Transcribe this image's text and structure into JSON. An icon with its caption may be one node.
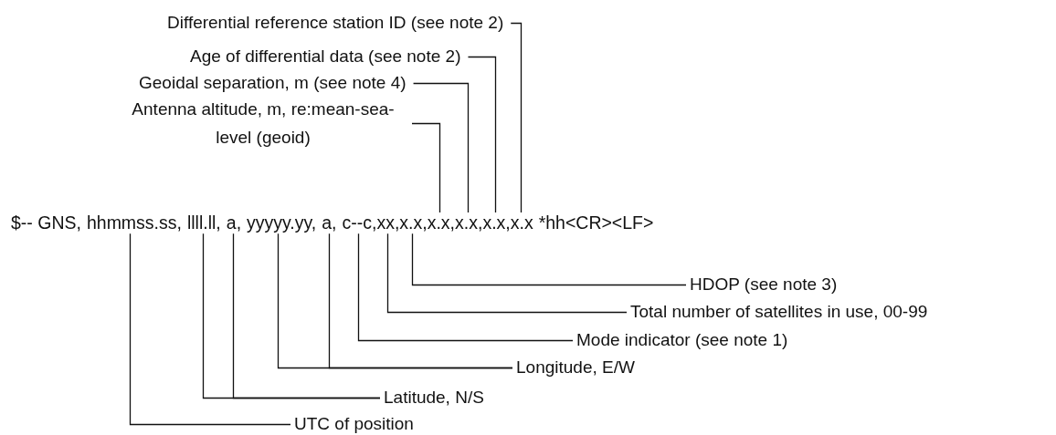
{
  "diagram": {
    "nodes": [
      {
        "text": [
          "Differential reference station ID (see note 2)"
        ]
      },
      {
        "text": [
          "Age of differential data (see note 2)"
        ]
      },
      {
        "text": [
          "Geoidal separation, m (see note 4)"
        ]
      },
      {
        "text": [
          "Antenna altitude, m, re:mean-sea-level (geoid)"
        ]
      },
      {
        "text": [
          "HDOP (see note 3)"
        ]
      },
      {
        "text": [
          "Total number of satellites in use, 00-99"
        ]
      },
      {
        "text": [
          "Mode indicator (see note 1)"
        ]
      },
      {
        "text": [
          "Longitude, E/W"
        ]
      },
      {
        "text": [
          "Latitude, N/S"
        ]
      },
      {
        "text": [
          "UTC of position"
        ]
      },
      {
        "text": [
          "hhmmss.ss,"
        ]
      },
      {
        "text": [
          "llll.ll,"
        ]
      },
      {
        "text": [
          "a,"
        ]
      },
      {
        "text": [
          "yyyyy.yy,"
        ]
      },
      {
        "text": [
          "a,"
        ]
      },
      {
        "text": [
          "c--c,"
        ]
      },
      {
        "text": [
          "xx,"
        ]
      },
      {
        "text": [
          "x.x,"
        ]
      },
      {
        "text": [
          "x.x,"
        ]
      },
      {
        "text": [
          "x.x,"
        ]
      },
      {
        "text": [
          "x.x,"
        ]
      },
      {
        "text": [
          "x.x"
        ]
      }
    ],
    "edges": [
      {
        "from": 0,
        "to": 21,
        "arrow": "none"
      },
      {
        "from": 1,
        "to": 20,
        "arrow": "none"
      },
      {
        "from": 2,
        "to": 19,
        "arrow": "none"
      },
      {
        "from": 3,
        "to": 18,
        "arrow": "none"
      },
      {
        "from": 4,
        "to": 17,
        "arrow": "none"
      },
      {
        "from": 5,
        "to": 16,
        "arrow": "none"
      },
      {
        "from": 6,
        "to": 15,
        "arrow": "none"
      },
      {
        "from": 7,
        "to": 13,
        "arrow": "none"
      },
      {
        "from": 7,
        "to": 14,
        "arrow": "none"
      },
      {
        "from": 8,
        "to": 11,
        "arrow": "none"
      },
      {
        "from": 8,
        "to": 12,
        "arrow": "none"
      },
      {
        "from": 9,
        "to": 10,
        "arrow": "none"
      }
    ],
    "labels": [
      "$-- GNS,",
      "*hh<CR><LF>"
    ]
  }
}
